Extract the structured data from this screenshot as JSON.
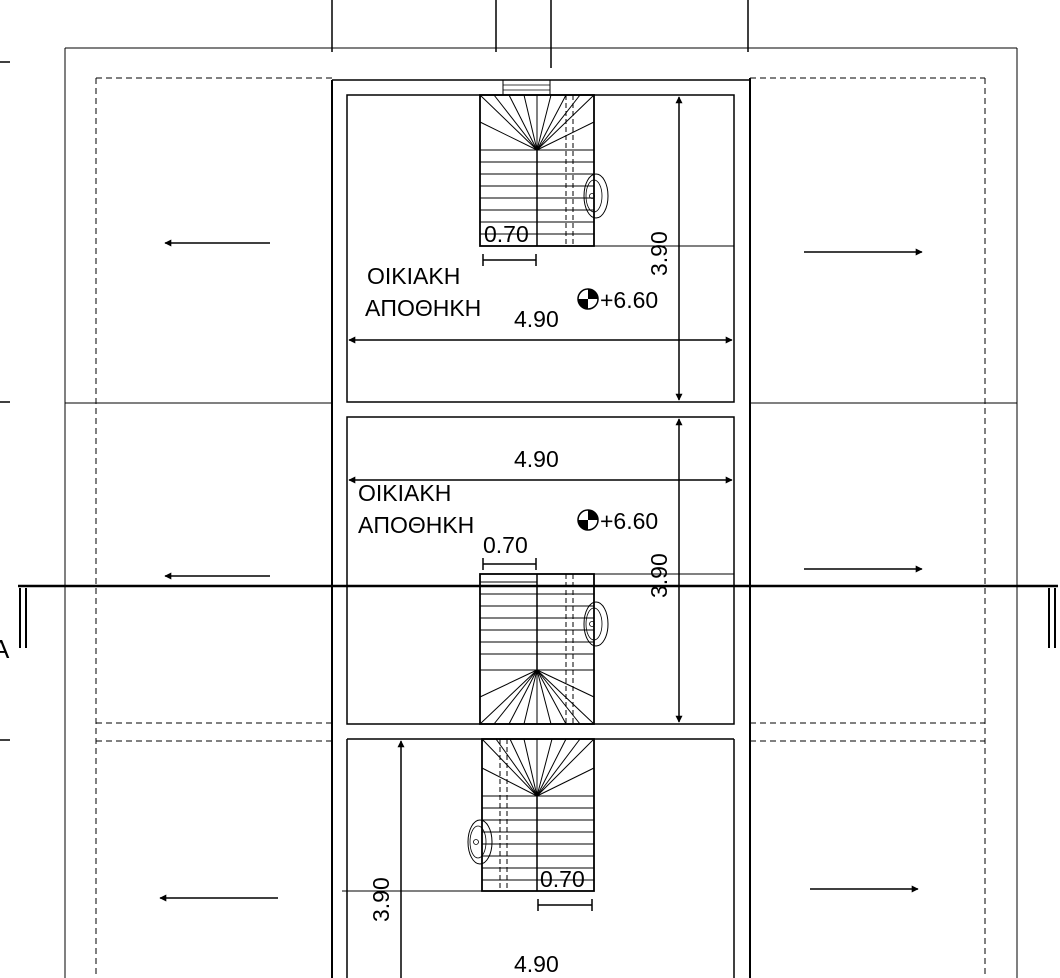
{
  "colors": {
    "line": "#000000",
    "background": "#ffffff"
  },
  "rooms": [
    {
      "label_line1": "ΟΙΚΙΑΚΗ",
      "label_line2": "ΑΠΟΘΗΚΗ",
      "level": "+6.60",
      "width": "4.90",
      "depth": "3.90",
      "stair_width": "0.70"
    },
    {
      "label_line1": "ΟΙΚΙΑΚΗ",
      "label_line2": "ΑΠΟΘΗΚΗ",
      "level": "+6.60",
      "width": "4.90",
      "depth": "3.90",
      "stair_width": "0.70"
    },
    {
      "width": "4.90",
      "depth": "3.90",
      "stair_width": "0.70"
    }
  ],
  "section_marker": "A",
  "icons": [
    "level-marker-icon",
    "wash-basin-icon",
    "direction-arrow-icon",
    "spiral-stair-icon"
  ]
}
